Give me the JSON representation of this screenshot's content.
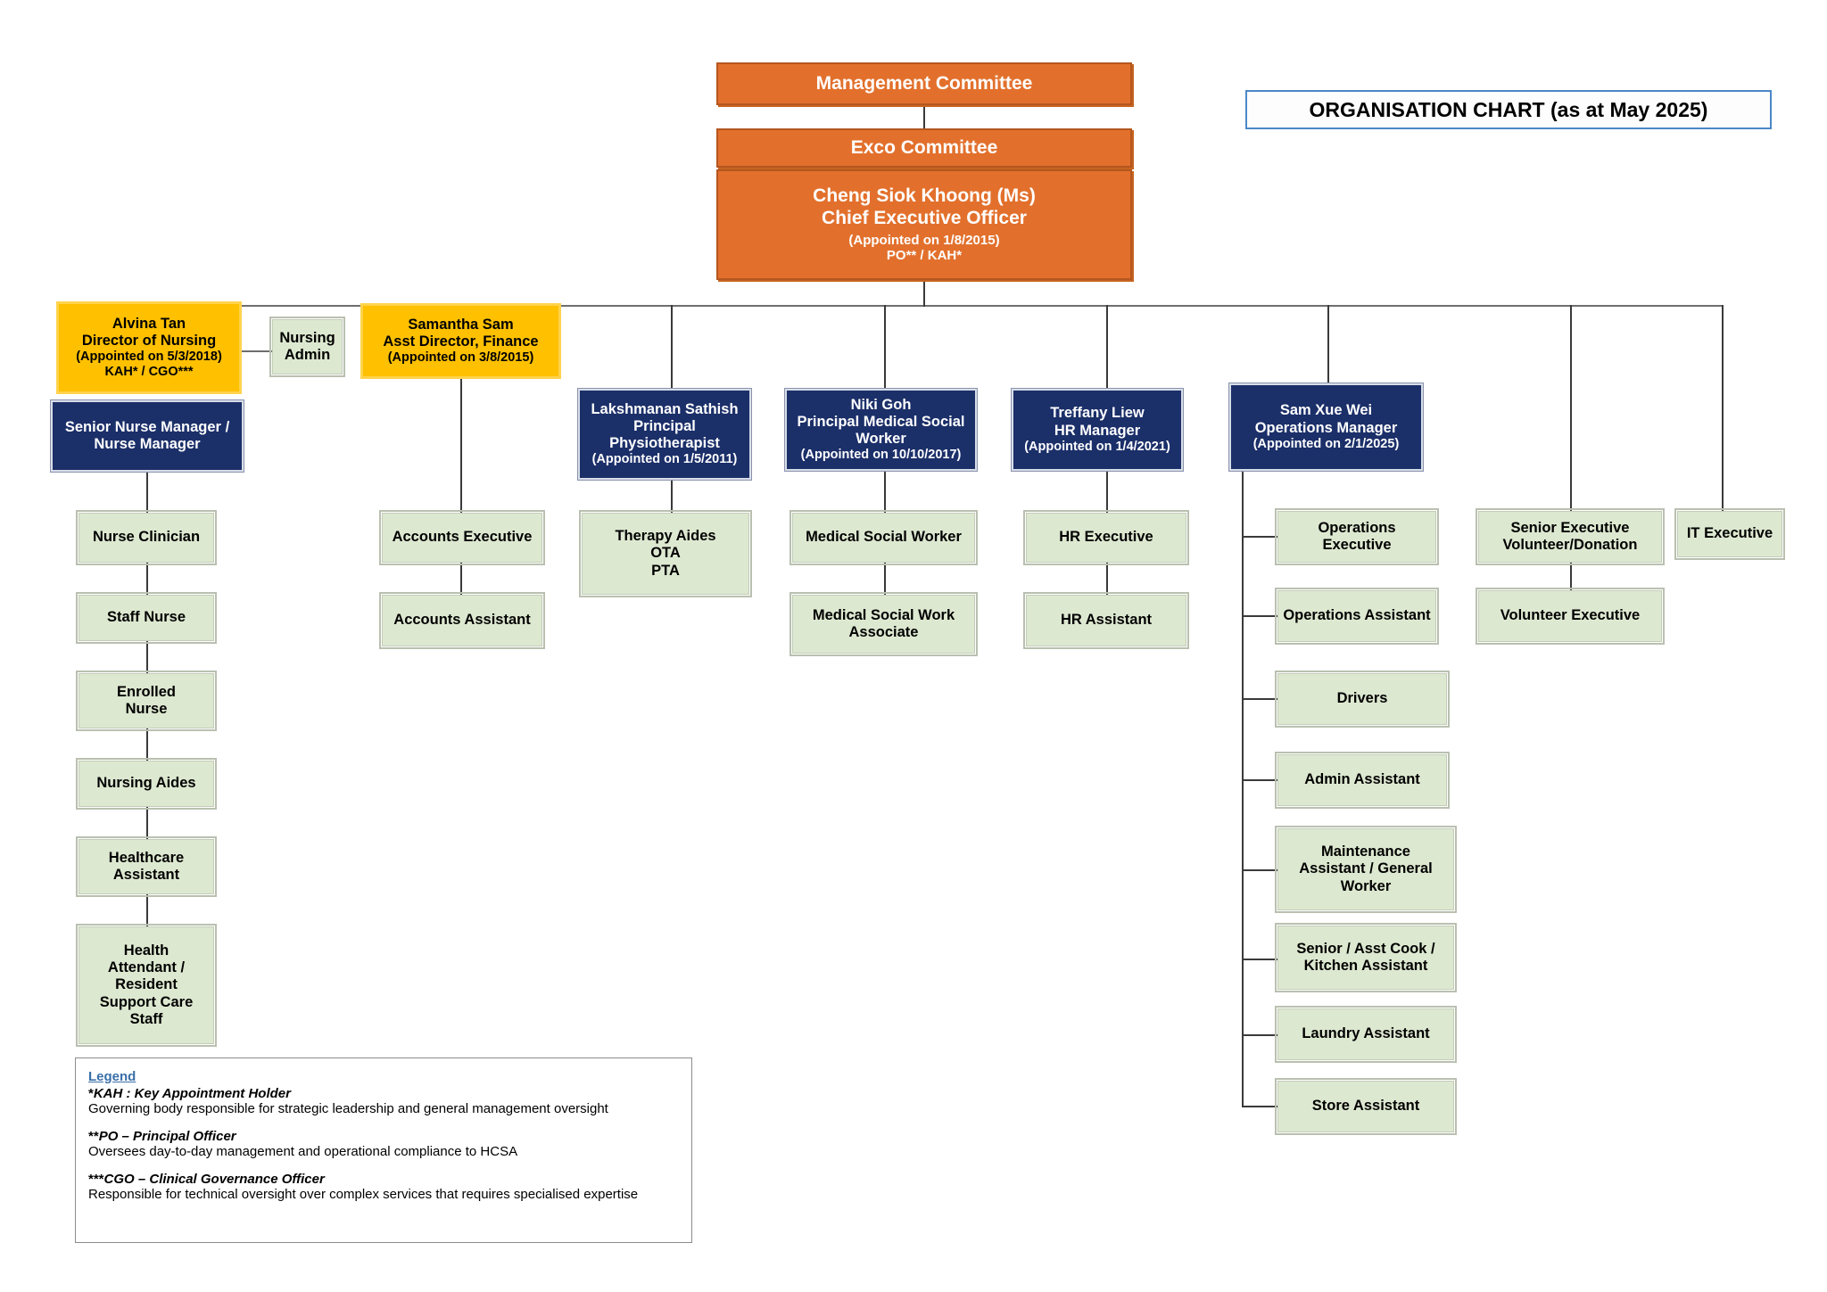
{
  "title": {
    "text": "ORGANISATION CHART (as at May 2025)"
  },
  "top": {
    "management_committee": "Management Committee",
    "exco_committee": "Exco Committee",
    "ceo": {
      "name": "Cheng Siok Khoong (Ms)",
      "role": "Chief Executive Officer",
      "appointed": "(Appointed on 1/8/2015)",
      "tags": "PO** / KAH*"
    }
  },
  "directors": {
    "nursing": {
      "name": "Alvina Tan",
      "role": "Director of Nursing",
      "appointed": "(Appointed on 5/3/2018)",
      "tags": "KAH* / CGO***"
    },
    "nursing_admin": "Nursing\nAdmin",
    "finance": {
      "name": "Samantha Sam",
      "role": "Asst Director, Finance",
      "appointed": "(Appointed on 3/8/2015)"
    }
  },
  "managers": {
    "nurse_manager": "Senior Nurse Manager /\nNurse Manager",
    "physio": {
      "name": "Lakshmanan Sathish",
      "role": "Principal\nPhysiotherapist",
      "appointed": "(Appointed on 1/5/2011)"
    },
    "msw": {
      "name": "Niki Goh",
      "role": "Principal Medical Social\nWorker",
      "appointed": "(Appointed on 10/10/2017)"
    },
    "hr": {
      "name": "Treffany Liew",
      "role": "HR Manager",
      "appointed": "(Appointed on 1/4/2021)"
    },
    "ops": {
      "name": "Sam Xue Wei",
      "role": "Operations Manager",
      "appointed": "(Appointed on 2/1/2025)"
    }
  },
  "nursing_chain": [
    "Nurse Clinician",
    "Staff Nurse",
    "Enrolled\nNurse",
    "Nursing Aides",
    "Healthcare\nAssistant",
    "Health\nAttendant /\nResident\nSupport Care\nStaff"
  ],
  "finance_chain": [
    "Accounts Executive",
    "Accounts Assistant"
  ],
  "therapy_chain": [
    "Therapy Aides\nOTA\nPTA"
  ],
  "msw_chain": [
    "Medical Social Worker",
    "Medical Social Work\nAssociate"
  ],
  "hr_chain": [
    "HR Executive",
    "HR Assistant"
  ],
  "ops_chain": [
    "Operations Executive",
    "Operations Assistant",
    "Drivers",
    "Admin Assistant",
    "Maintenance\nAssistant / General\nWorker",
    "Senior / Asst Cook /\nKitchen Assistant",
    "Laundry Assistant",
    "Store Assistant"
  ],
  "volunteer_chain": [
    "Senior Executive\nVolunteer/Donation",
    "Volunteer Executive"
  ],
  "it_chain": [
    "IT Executive"
  ],
  "legend": {
    "heading": "Legend",
    "items": [
      {
        "term_star": "*",
        "term": "KAH",
        "term_rest": " : Key Appointment Holder",
        "desc": "Governing body responsible for strategic leadership and general management oversight"
      },
      {
        "term_star": "**",
        "term": "PO",
        "term_rest": " – Principal Officer",
        "desc": "Oversees day-to-day management and operational compliance to HCSA"
      },
      {
        "term_star": "***",
        "term": "CGO",
        "term_rest": " – Clinical Governance Officer",
        "desc": "Responsible for technical oversight over complex services that requires specialised expertise"
      }
    ]
  },
  "colors": {
    "orange": "#e2702c",
    "gold": "#ffc000",
    "navy": "#1b2f69",
    "green": "#dde8d0",
    "title_border": "#4a88c7",
    "legend_heading": "#3a6fa8"
  }
}
